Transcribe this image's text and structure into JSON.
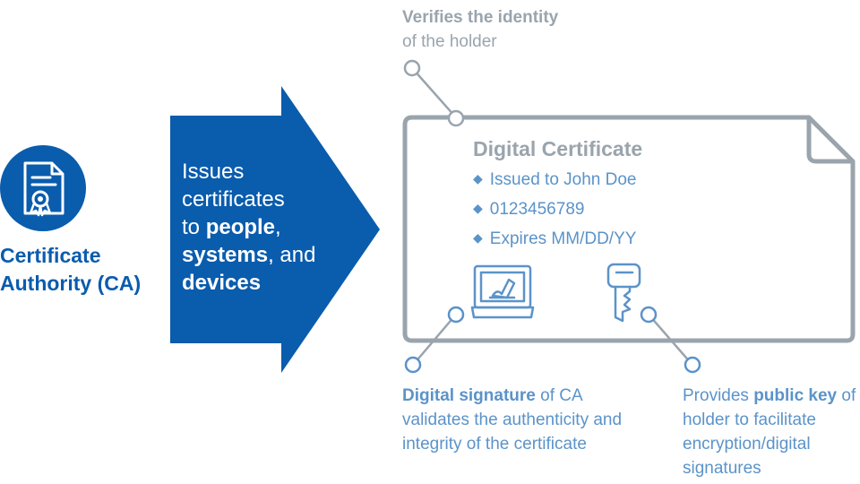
{
  "ca": {
    "label_line1": "Certificate",
    "label_line2": "Authority (CA)",
    "icon": "certificate-document-icon"
  },
  "arrow": {
    "line1": "Issues",
    "line2": "certificates",
    "line3_prefix": "to ",
    "line3_bold": "people",
    "line3_suffix": ",",
    "line4_bold": "systems",
    "line4_suffix": ", and",
    "line5_bold": "devices"
  },
  "callouts": {
    "top_bold": "Verifies the identity",
    "top_rest": "of the holder",
    "signature_bold": "Digital signature",
    "signature_rest": " of CA validates the authenticity and integrity of the certificate",
    "key_prefix": "Provides ",
    "key_bold": "public key",
    "key_rest": " of holder to facilitate encryption/digital signatures"
  },
  "certificate": {
    "title": "Digital Certificate",
    "bullets": [
      "Issued to John Doe",
      "0123456789",
      "Expires MM/DD/YY"
    ],
    "signature_icon": "laptop-signature-icon",
    "key_icon": "key-icon"
  },
  "colors": {
    "brand_blue": "#0a5cad",
    "light_blue": "#5b93c9",
    "gray": "#9aa4ad"
  }
}
